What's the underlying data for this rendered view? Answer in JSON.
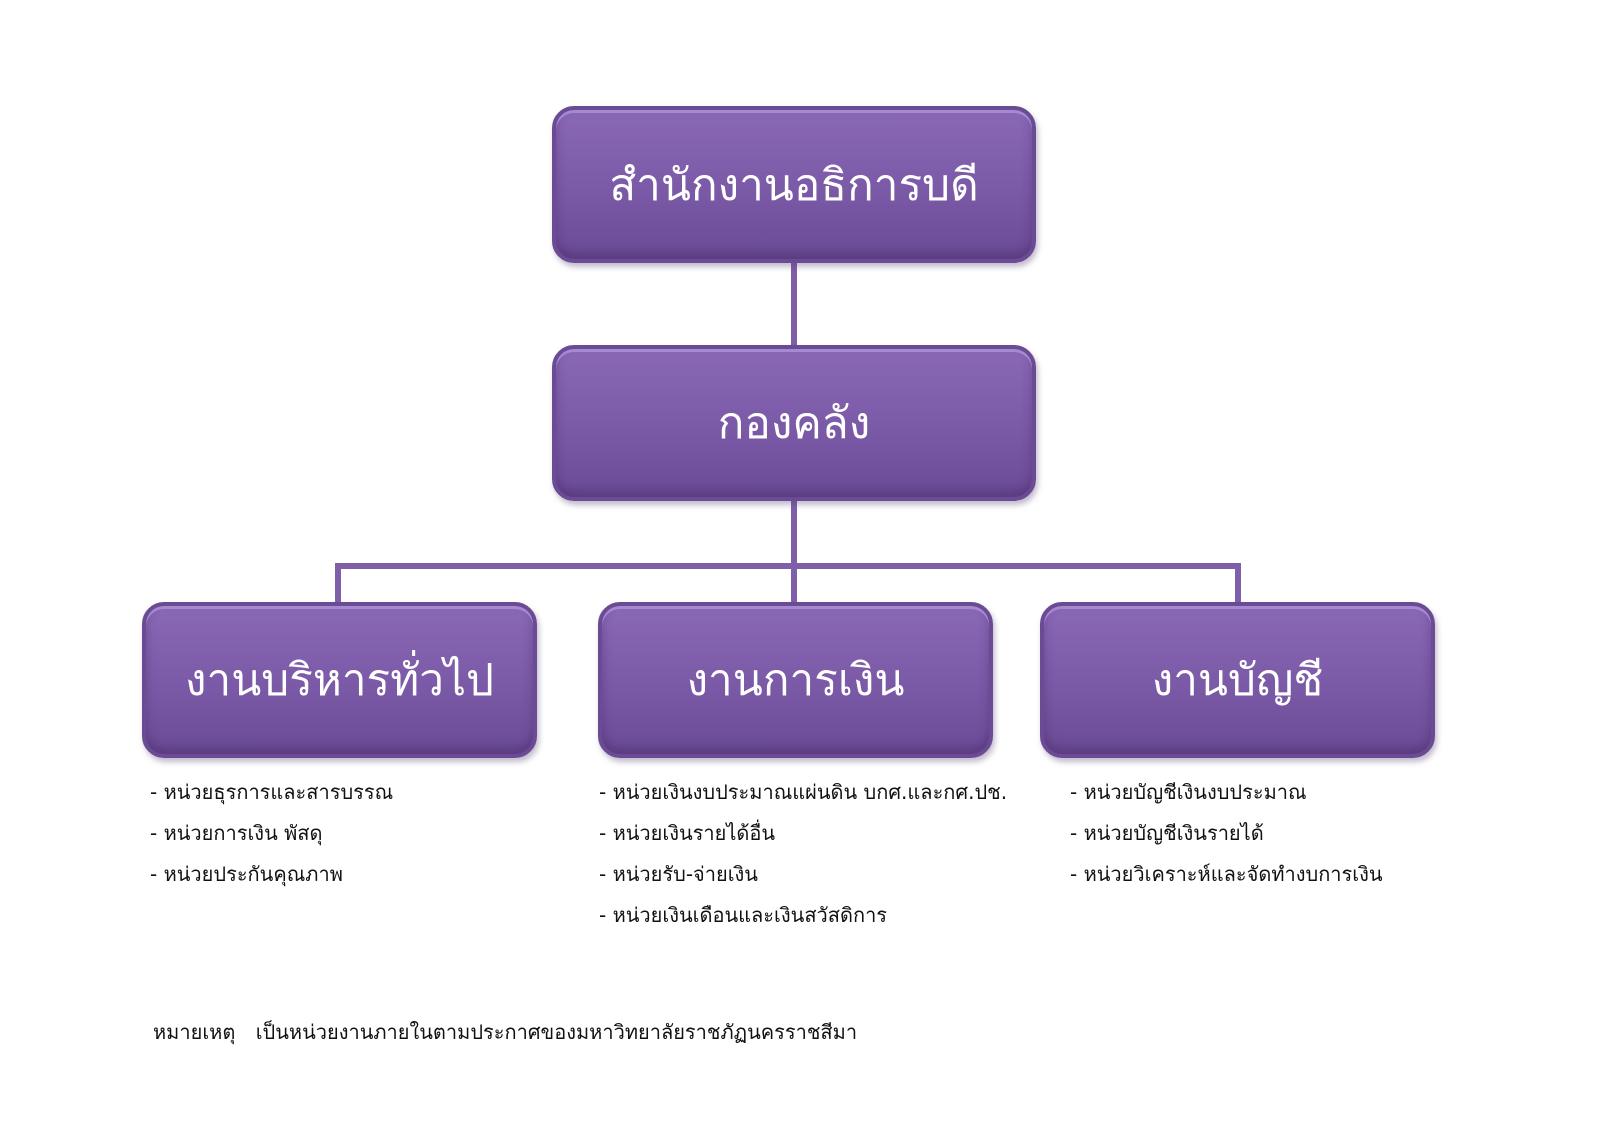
{
  "top": {
    "label": "สำนักงานอธิการบดี"
  },
  "middle": {
    "label": "กองคลัง"
  },
  "units": [
    {
      "label": "งานบริหารทั่วไป",
      "items": [
        "- หน่วยธุรการและสารบรรณ",
        "- หน่วยการเงิน พัสดุ",
        "- หน่วยประกันคุณภาพ"
      ]
    },
    {
      "label": "งานการเงิน",
      "items": [
        "- หน่วยเงินงบประมาณแผ่นดิน บกศ.และกศ.ปช.",
        "- หน่วยเงินรายได้อื่น",
        "- หน่วยรับ-จ่ายเงิน",
        "- หน่วยเงินเดือนและเงินสวัสดิการ"
      ]
    },
    {
      "label": "งานบัญชี",
      "items": [
        "- หน่วยบัญชีเงินงบประมาณ",
        "- หน่วยบัญชีเงินรายได้",
        "- หน่วยวิเคราะห์และจัดทำงบการเงิน"
      ]
    }
  ],
  "note": {
    "label": "หมายเหตุ",
    "text": "เป็นหน่วยงานภายในตามประกาศของมหาวิทยาลัยราชภัฏนครราชสีมา"
  },
  "colors": {
    "box": "#7a59a6",
    "line": "#7e5fa8"
  }
}
